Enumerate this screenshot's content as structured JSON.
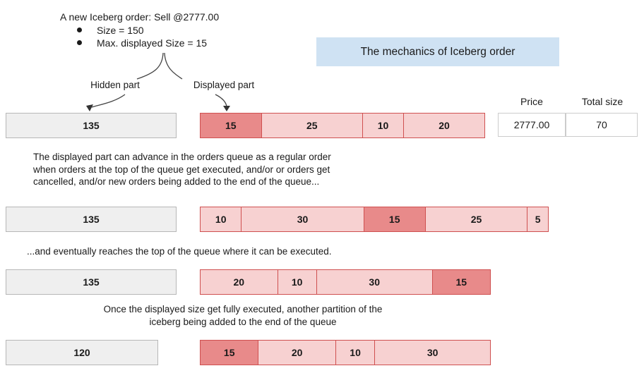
{
  "annotation": {
    "title": "A new Iceberg order: Sell @2777.00",
    "bullets": [
      "Size = 150",
      "Max. displayed Size = 15"
    ]
  },
  "banner": {
    "label": "The mechanics of Iceberg order"
  },
  "labels": {
    "hidden": "Hidden part",
    "displayed": "Displayed part"
  },
  "table": {
    "headers": [
      "Price",
      "Total size"
    ],
    "values": [
      "2777.00",
      "70"
    ]
  },
  "paragraphs": {
    "advance_lines": [
      "The displayed part can advance in the orders queue as a regular order",
      "when orders at the top of the queue get executed, and/or or orders get",
      "cancelled, and/or new orders being added to the end of the queue..."
    ],
    "eventually": "...and eventually reaches the top of the queue where it can be executed.",
    "once_lines": [
      "Once the displayed size get fully executed, another partition of the",
      "iceberg being added to the end of the queue"
    ]
  },
  "rows": [
    {
      "hidden": 135,
      "queue": [
        {
          "size": 15,
          "dark": true
        },
        {
          "size": 25,
          "dark": false
        },
        {
          "size": 10,
          "dark": false
        },
        {
          "size": 20,
          "dark": false
        }
      ]
    },
    {
      "hidden": 135,
      "queue": [
        {
          "size": 10,
          "dark": false
        },
        {
          "size": 30,
          "dark": false
        },
        {
          "size": 15,
          "dark": true
        },
        {
          "size": 25,
          "dark": false
        },
        {
          "size": 5,
          "dark": false
        }
      ]
    },
    {
      "hidden": 135,
      "queue": [
        {
          "size": 20,
          "dark": false
        },
        {
          "size": 10,
          "dark": false
        },
        {
          "size": 30,
          "dark": false
        },
        {
          "size": 15,
          "dark": true
        }
      ]
    },
    {
      "hidden": 120,
      "queue": [
        {
          "size": 15,
          "dark": true
        },
        {
          "size": 20,
          "dark": false
        },
        {
          "size": 10,
          "dark": false
        },
        {
          "size": 30,
          "dark": false
        }
      ]
    }
  ],
  "colors": {
    "banner_bg": "#cfe2f3",
    "queue_light": "#f7d1d1",
    "queue_dark": "#e88a8a",
    "queue_border": "#cf5050",
    "hidden_fill": "#efefef",
    "hidden_border": "#b7b7b7",
    "table_border": "#cccccc",
    "text": "#1a1a1a"
  }
}
